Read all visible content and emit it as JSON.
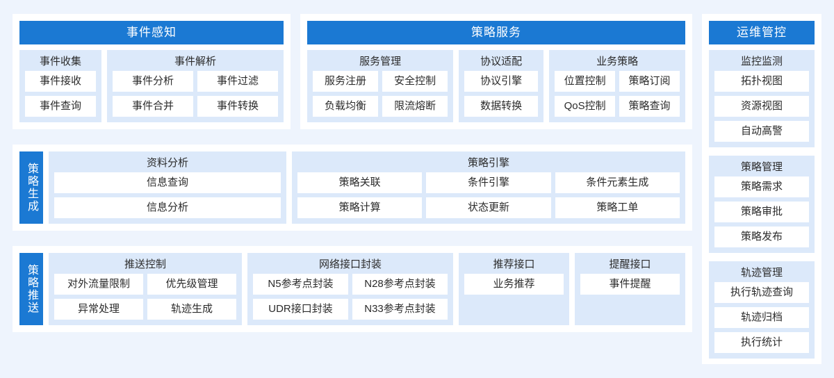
{
  "diagram": {
    "background_color": "#eef4fd",
    "card_color": "#ffffff",
    "banner_color": "#1b79d3",
    "group_color": "#dce9fa",
    "leaf_color": "#ffffff"
  },
  "row_top": {
    "event_sense": {
      "banner": "事件感知",
      "groups": [
        {
          "title": "事件收集",
          "items": [
            "事件接收",
            "事件查询"
          ]
        },
        {
          "title": "事件解析",
          "items": [
            "事件分析",
            "事件过滤",
            "事件合并",
            "事件转换"
          ]
        }
      ]
    },
    "policy_service": {
      "banner": "策略服务",
      "groups": [
        {
          "title": "服务管理",
          "items": [
            "服务注册",
            "安全控制",
            "负载均衡",
            "限流熔断"
          ]
        },
        {
          "title": "协议适配",
          "items": [
            "协议引擎",
            "数据转换"
          ]
        },
        {
          "title": "业务策略",
          "items": [
            "位置控制",
            "策略订阅",
            "QoS控制",
            "策略查询"
          ]
        }
      ]
    }
  },
  "row_middle": {
    "side_label": "策略生成",
    "groups": [
      {
        "title": "资料分析",
        "items": [
          "信息查询",
          "信息分析"
        ]
      },
      {
        "title": "策略引擎",
        "items": [
          "策略关联",
          "条件引擎",
          "条件元素生成",
          "策略计算",
          "状态更新",
          "策略工单"
        ]
      }
    ]
  },
  "row_bottom": {
    "side_label": "策略推送",
    "groups": [
      {
        "title": "推送控制",
        "items": [
          "对外流量限制",
          "优先级管理",
          "异常处理",
          "轨迹生成"
        ]
      },
      {
        "title": "网络接口封装",
        "items": [
          "N5参考点封装",
          "N28参考点封装",
          "UDR接口封装",
          "N33参考点封装"
        ]
      },
      {
        "title": "推荐接口",
        "items": [
          "业务推荐"
        ]
      },
      {
        "title": "提醒接口",
        "items": [
          "事件提醒"
        ]
      }
    ]
  },
  "right_column": {
    "banner": "运维管控",
    "groups": [
      {
        "title": "监控监测",
        "items": [
          "拓扑视图",
          "资源视图",
          "自动高警"
        ]
      },
      {
        "title": "策略管理",
        "items": [
          "策略需求",
          "策略审批",
          "策略发布"
        ]
      },
      {
        "title": "轨迹管理",
        "items": [
          "执行轨迹查询",
          "轨迹归档",
          "执行统计"
        ]
      }
    ]
  }
}
